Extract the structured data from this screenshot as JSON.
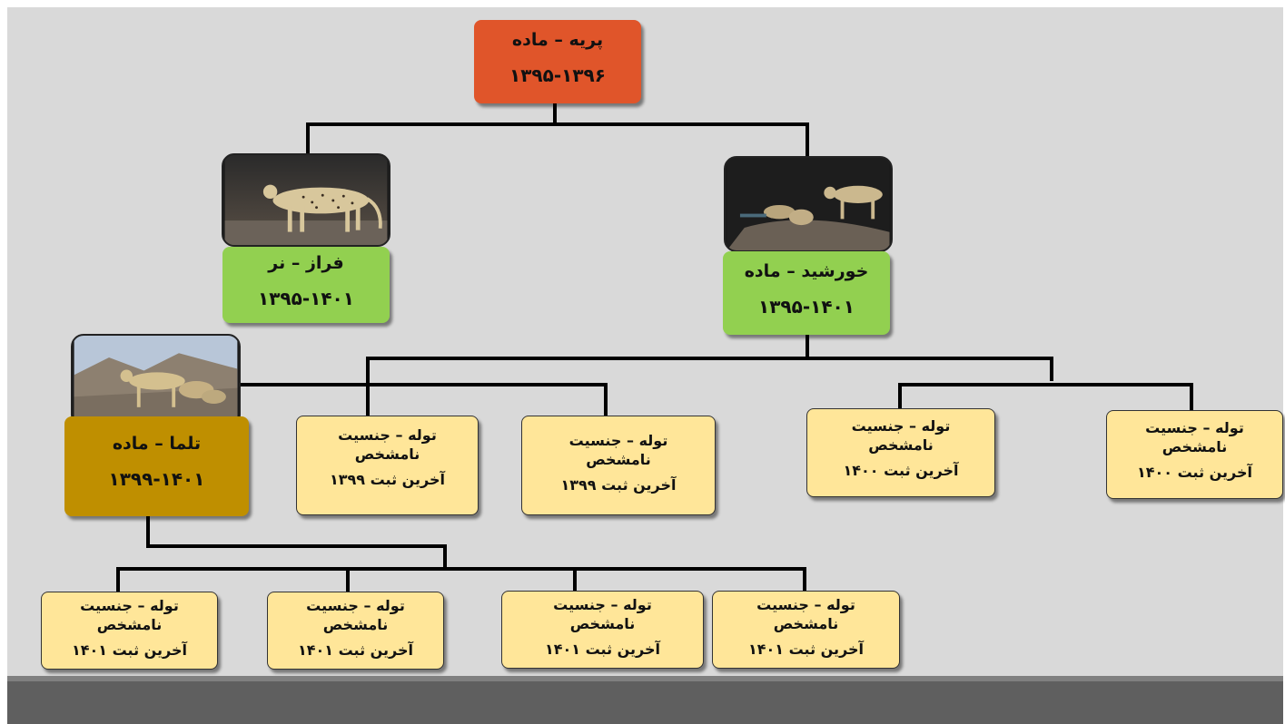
{
  "colors": {
    "root": "#e0552a",
    "adult": "#92d050",
    "daughter": "#bf8f00",
    "cub": "#ffe699",
    "background": "#d9d9d9",
    "line": "#000000"
  },
  "root": {
    "line1": "پریه – ماده",
    "line2": "۱۳۹۵-۱۳۹۶"
  },
  "faraz": {
    "line1": "فراز – نر",
    "line2": "۱۳۹۵-۱۴۰۱",
    "photo_icon": "cheetah-photo"
  },
  "khorshid": {
    "line1": "خورشید – ماده",
    "line2": "۱۳۹۵-۱۴۰۱",
    "photo_icon": "cheetah-photo"
  },
  "talma": {
    "line1": "تلما – ماده",
    "line2": "۱۳۹۹-۱۴۰۱",
    "photo_icon": "cheetah-photo"
  },
  "cubs_row1": [
    {
      "line1": "توله – جنسیت",
      "line2": "نامشخص",
      "line3": "آخرین  ثبت ۱۳۹۹"
    },
    {
      "line1": "توله – جنسیت",
      "line2": "نامشخص",
      "line3": "آخرین  ثبت ۱۳۹۹"
    },
    {
      "line1": "توله – جنسیت",
      "line2": "نامشخص",
      "line3": "آخرین  ثبت ۱۴۰۰"
    },
    {
      "line1": "توله – جنسیت",
      "line2": "نامشخص",
      "line3": "آخرین  ثبت ۱۴۰۰"
    }
  ],
  "cubs_row2": [
    {
      "line1": "توله – جنسیت",
      "line2": "نامشخص",
      "line3": "آخرین  ثبت ۱۴۰۱"
    },
    {
      "line1": "توله – جنسیت",
      "line2": "نامشخص",
      "line3": "آخرین  ثبت ۱۴۰۱"
    },
    {
      "line1": "توله – جنسیت",
      "line2": "نامشخص",
      "line3": "آخرین  ثبت ۱۴۰۱"
    },
    {
      "line1": "توله – جنسیت",
      "line2": "نامشخص",
      "line3": "آخرین  ثبت ۱۴۰۱"
    }
  ]
}
